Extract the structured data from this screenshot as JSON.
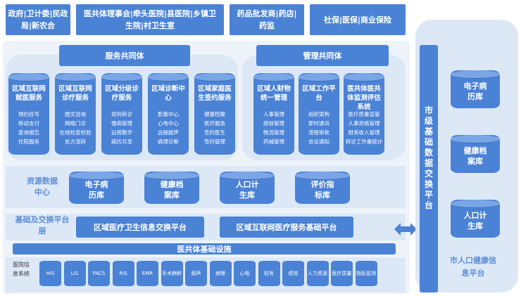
{
  "top_boxes": [
    {
      "text": "政府|卫计委|民政局|新农合"
    },
    {
      "text": "医共体理事会|牵头医院|县医院|乡镇卫生院|村卫生室"
    },
    {
      "text": "药品批发商|药店|药监"
    },
    {
      "text": "社保|医保|商业保险"
    }
  ],
  "service": {
    "title": "服务共同体",
    "columns": [
      {
        "title": "区域互联网就医服务",
        "items": [
          "预约挂号",
          "移动支付",
          "查询报告",
          "住院服务"
        ]
      },
      {
        "title": "区域互联网诊疗服务",
        "items": [
          "图文咨询",
          "网络门诊",
          "在线检查检验",
          "处方流转"
        ]
      },
      {
        "title": "区域分级诊疗服务",
        "items": [
          "双向转诊",
          "慢病管理",
          "远程教学",
          "病历共享"
        ]
      },
      {
        "title": "区域诊断中心",
        "items": [
          "影像中心",
          "心电中心",
          "远程超声",
          "病理诊断"
        ]
      },
      {
        "title": "区域家庭医生签约服务",
        "items": [
          "健康档案",
          "医疗服务",
          "签约医生",
          "签约管理"
        ]
      }
    ]
  },
  "management": {
    "title": "管理共同体",
    "columns": [
      {
        "title": "区域人财物统一管理",
        "items": [
          "人事管理",
          "绩效管理",
          "物流管理",
          "药械管理"
        ]
      },
      {
        "title": "区域工作平台",
        "items": [
          "组织架构",
          "即时通讯",
          "流程审批",
          "会议通知"
        ]
      },
      {
        "title": "医共体医共体监测评估系统",
        "items": [
          "医疗质量监管",
          "人事资格管理",
          "财务收入管理",
          "转诊工作量统计"
        ]
      }
    ]
  },
  "resource": {
    "label": "资源数据中心",
    "dbs": [
      "电子病历库",
      "健康档案库",
      "人口计生库",
      "评价指标库"
    ]
  },
  "platform": {
    "label": "基础及交换平台层",
    "bars": [
      "区域医疗卫生信息交换平台",
      "区域互联网医疗服务基础平台"
    ]
  },
  "infra": {
    "text": "医共体基础设施"
  },
  "hospital": {
    "label": "医院信息系统",
    "systems": [
      "HIS",
      "LIS",
      "PACS",
      "RIS",
      "EMR",
      "手术麻醉",
      "超声",
      "病理",
      "心电",
      "财务",
      "绩效",
      "人力资源",
      "医疗质量",
      "指标监测"
    ]
  },
  "city": {
    "vertical_title": "市级基础数据交换平台",
    "dbs": [
      "电子病历库",
      "健康档案库",
      "人口计生库"
    ],
    "footer": "市人口健康信息平台"
  },
  "colors": {
    "primary": "#4a82d6",
    "panel": "#dde8f6",
    "accent_text": "#5b8fd8"
  }
}
